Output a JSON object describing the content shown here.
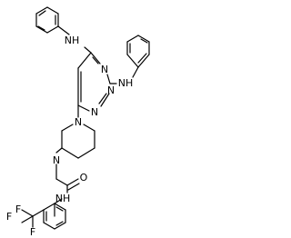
{
  "molecule": {
    "atoms": {
      "nh_top": "NH",
      "n_triazine_top": "N",
      "n_triazine_right": "N",
      "nh_right": "NH",
      "n_triazine_bottom": "N",
      "n_piperazine_top": "N",
      "n_piperazine_bottom": "N",
      "o_carbonyl": "O",
      "nh_amide": "NH",
      "f_left": "F",
      "f_middle": "F",
      "f_bottom": "F"
    }
  },
  "colors": {
    "bond": "#000000",
    "label": "#000000",
    "background": "#ffffff"
  }
}
